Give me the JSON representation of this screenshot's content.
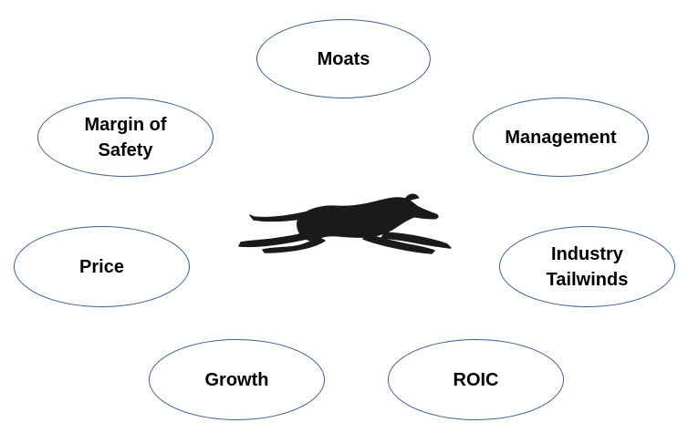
{
  "diagram": {
    "nodes": {
      "moats": "Moats",
      "management": "Management",
      "margin_of_safety": "Margin of\nSafety",
      "industry_tailwinds": "Industry\nTailwinds",
      "price": "Price",
      "growth": "Growth",
      "roic": "ROIC"
    },
    "center_icon": "greyhound-icon",
    "colors": {
      "ellipse_border": "#41608f",
      "icon_fill": "#1a1a1a",
      "text": "#000000"
    }
  }
}
